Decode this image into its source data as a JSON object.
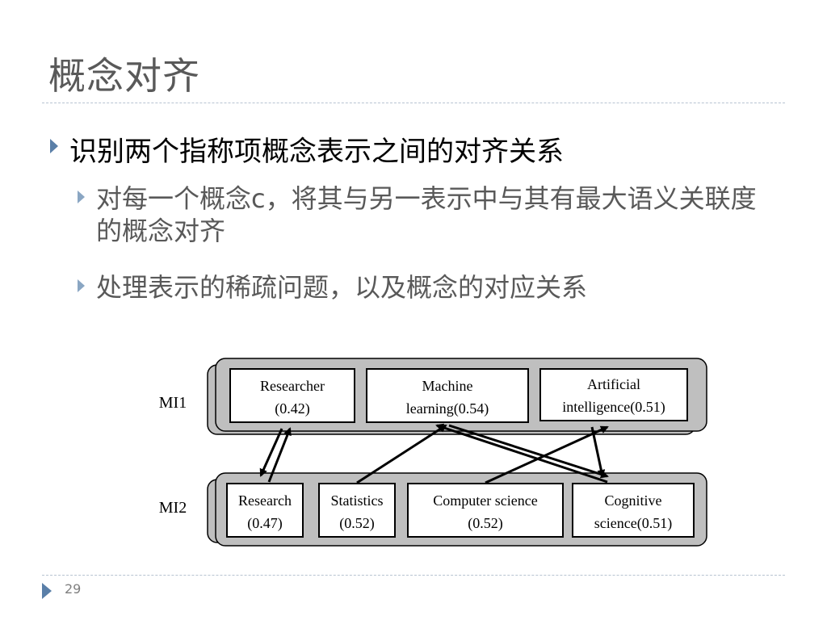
{
  "title": "概念对齐",
  "bullets": {
    "main": "识别两个指称项概念表示之间的对齐关系",
    "sub1": "对每一个概念c，将其与另一表示中与其有最大语义关联度的概念对齐",
    "sub2": "处理表示的稀疏问题，以及概念的对应关系"
  },
  "diagram": {
    "mi1_label": "MI1",
    "mi2_label": "MI2",
    "mi1_nodes": [
      {
        "line1": "Researcher",
        "line2": "(0.42)"
      },
      {
        "line1": "Machine",
        "line2": "learning(0.54)"
      },
      {
        "line1": "Artificial",
        "line2": "intelligence(0.51)"
      }
    ],
    "mi2_nodes": [
      {
        "line1": "Research",
        "line2": "(0.47)"
      },
      {
        "line1": "Statistics",
        "line2": "(0.52)"
      },
      {
        "line1": "Computer science",
        "line2": "(0.52)"
      },
      {
        "line1": "Cognitive",
        "line2": "science(0.51)"
      }
    ]
  },
  "page_number": "29"
}
